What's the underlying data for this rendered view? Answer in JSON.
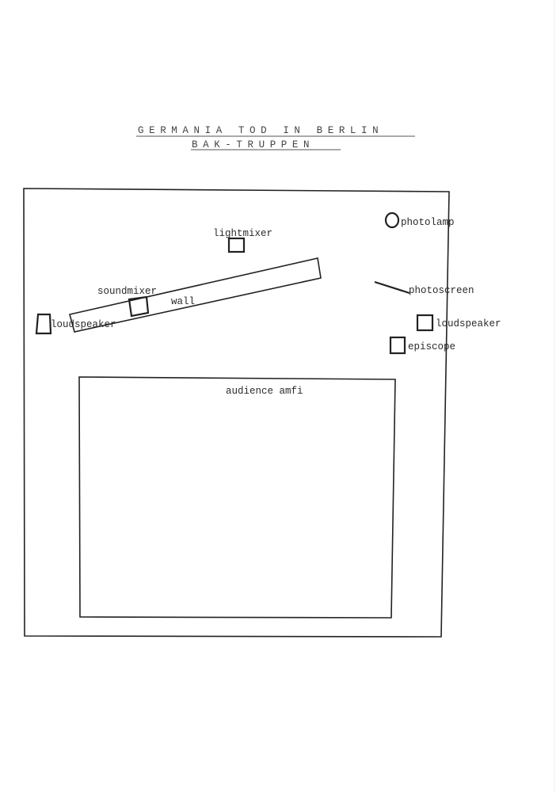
{
  "title": {
    "line1": "GERMANIA TOD IN BERLIN",
    "line2": "BAK-TRUPPEN"
  },
  "labels": {
    "photolamp": "photolamp",
    "lightmixer": "lightmixer",
    "photoscreen": "photoscreen",
    "soundmixer": "soundmixer",
    "wall": "wall",
    "loudspeaker_left": "loudspeaker",
    "loudspeaker_right": "loudspeaker",
    "episcope": "episcope",
    "audience": "audience amfi"
  }
}
